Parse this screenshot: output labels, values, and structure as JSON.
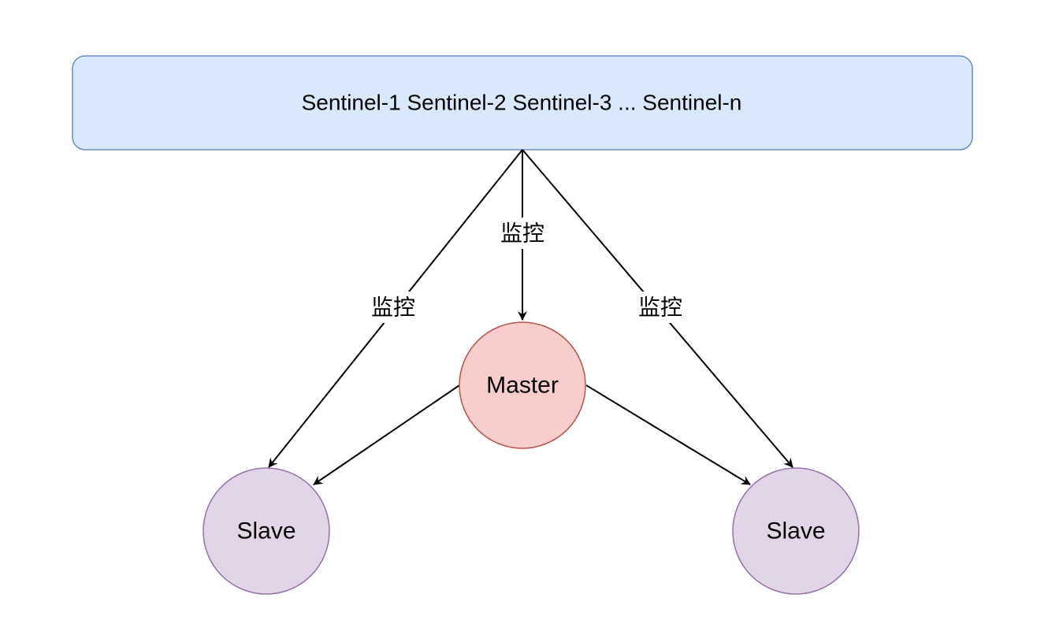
{
  "sentinel_group": {
    "label": "Sentinel-1 Sentinel-2 Sentinel-3 ... Sentinel-n",
    "fill": "#dae8fc",
    "stroke": "#6c8ebf"
  },
  "master": {
    "label": "Master",
    "fill": "#f8cecc",
    "stroke": "#b85450"
  },
  "slaves": [
    {
      "label": "Slave",
      "fill": "#e1d5e7",
      "stroke": "#9673a6"
    },
    {
      "label": "Slave",
      "fill": "#e1d5e7",
      "stroke": "#9673a6"
    }
  ],
  "edges": {
    "monitor_left_label": "监控",
    "monitor_center_label": "监控",
    "monitor_right_label": "监控"
  }
}
